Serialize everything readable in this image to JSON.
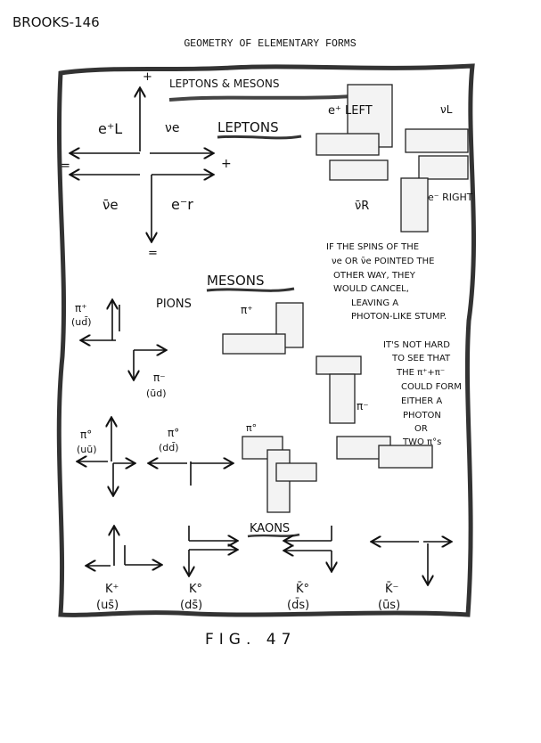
{
  "page_label": "BROOKS-146",
  "title": "GEOMETRY OF ELEMENTARY FORMS",
  "banner": "LEPTONS & MESONS",
  "sections": {
    "leptons": "LEPTONS",
    "mesons": "MESONS",
    "pions": "PIONS",
    "kaons": "KAONS"
  },
  "lepton_labels": {
    "e_plus": "e⁺L",
    "nu_e": "νe",
    "nu_e_bar": "ν̄e",
    "e_minus": "e⁻r",
    "plus1": "+",
    "plus2": "+",
    "eq1": "=",
    "eq2": "="
  },
  "lepton_sketch_labels": {
    "e_left": "e⁺ LEFT",
    "nu_l": "νL",
    "nu_bar_r": "ν̄R",
    "e_right": "e⁻ RIGHT"
  },
  "note1": [
    "IF THE SPINS OF THE",
    "νe OR ν̄e POINTED THE",
    "OTHER WAY, THEY",
    "WOULD CANCEL,",
    "LEAVING A",
    "PHOTON-LIKE STUMP."
  ],
  "note2": [
    "IT'S NOT HARD",
    "TO SEE THAT",
    "THE π⁺+π⁻",
    "COULD FORM",
    "EITHER A",
    "PHOTON",
    "OR",
    "TWO π°s"
  ],
  "pion_labels": {
    "pi_plus": "π⁺",
    "pi_plus_q": "(ud̄)",
    "pi_minus": "π⁻",
    "pi_minus_q": "(ūd)",
    "pi0_a": "π°",
    "pi0_a_q": "(uū)",
    "pi0_b": "π°",
    "pi0_b_q": "(dd̄)",
    "sk_pi_plus": "π⁺",
    "sk_pi_minus": "π⁻",
    "sk_pi0": "π°"
  },
  "kaon_labels": [
    {
      "name": "K⁺",
      "quarks": "(us̄)"
    },
    {
      "name": "K°",
      "quarks": "(ds̄)"
    },
    {
      "name": "K̄°",
      "quarks": "(d̄s)"
    },
    {
      "name": "K̄⁻",
      "quarks": "(ūs)"
    }
  ],
  "figure_caption": "FIG. 47"
}
